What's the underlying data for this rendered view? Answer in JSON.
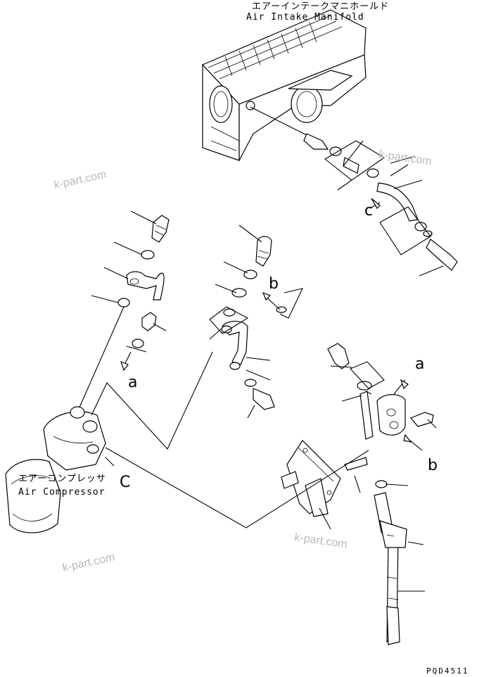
{
  "labels": {
    "manifold_jp": "エアーインテークマニホールド",
    "manifold_en": "Air Intake Manifold",
    "compressor_jp": "エアーコンプレッサ",
    "compressor_en": "Air Compressor"
  },
  "reference_letters": {
    "a_upper": "a",
    "a_lower": "a",
    "b_upper": "b",
    "b_lower": "b",
    "c_upper": "c",
    "c_lower": "C"
  },
  "watermarks": {
    "top_right": "k-part.com",
    "left": "k-part.com",
    "bottom_center": "k-part.com",
    "bottom_left": "k-part.com"
  },
  "drawing_code": "PQD4511"
}
